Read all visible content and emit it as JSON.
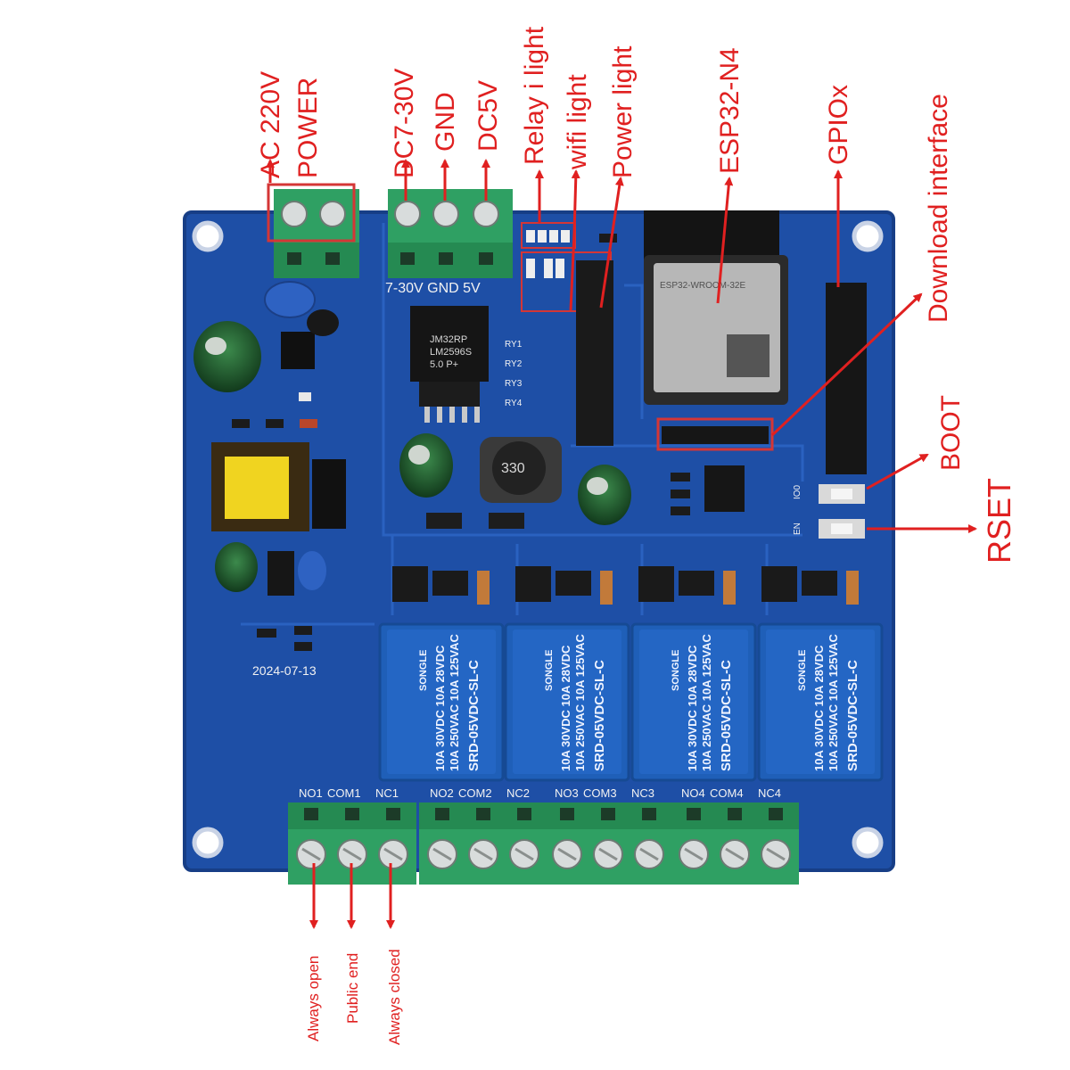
{
  "top_labels": {
    "ac_voltage": "AC 220V",
    "power": "POWER",
    "dc_input": "DC7-30V",
    "gnd": "GND",
    "dc5v": "DC5V",
    "relay_light": "Relay i light",
    "wifi_light": "wifi light",
    "power_light": "Power light",
    "module": "ESP32-N4",
    "gpio": "GPIOx",
    "download": "Download interface"
  },
  "side_labels": {
    "boot": "BOOT",
    "reset": "RSET"
  },
  "bottom_labels": {
    "no": "Always open",
    "com": "Public end",
    "nc": "Always closed"
  },
  "board": {
    "silk_input": "7-30V GND 5V",
    "date": "2024-07-13",
    "reg_chip_line1": "JM32RP",
    "reg_chip_line2": "LM2596S",
    "reg_chip_line3": "5.0 P+",
    "inductor": "330",
    "wifi_module": "ESP32-WROOM-32E",
    "boot_pin": "IO0",
    "en_pin": "EN",
    "relay_brand": "SONGLE",
    "relay_model": "SRD-05VDC-SL-C",
    "relay_rating1": "10A 250VAC  10A 125VAC",
    "relay_rating2": "10A  30VDC  10A  28VDC",
    "terminal_groups": [
      {
        "no": "NO1",
        "com": "COM1",
        "nc": "NC1"
      },
      {
        "no": "NO2",
        "com": "COM2",
        "nc": "NC2"
      },
      {
        "no": "NO3",
        "com": "COM3",
        "nc": "NC3"
      },
      {
        "no": "NO4",
        "com": "COM4",
        "nc": "NC4"
      }
    ],
    "ry_labels": [
      "RY1",
      "RY2",
      "RY3",
      "RY4"
    ]
  },
  "colors": {
    "pcb": "#1e4fa6",
    "terminal": "#2fa063",
    "annotation": "#e02020",
    "relay": "#1f5fb8"
  }
}
